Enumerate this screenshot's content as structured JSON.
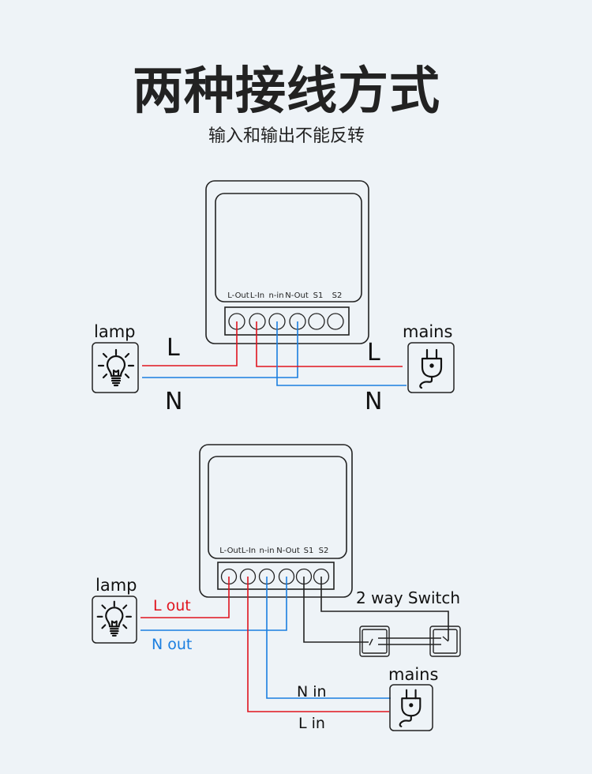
{
  "title": "两种接线方式",
  "subtitle": "输入和输出不能反转",
  "colors": {
    "live": "#e0141e",
    "neutral": "#1a7ee0",
    "switch": "#222222",
    "background": "#eef3f7"
  },
  "diagram1": {
    "terminals": [
      "L-Out",
      "L-In",
      "n-in",
      "N-Out",
      "S1",
      "S2"
    ],
    "lamp_label": "lamp",
    "mains_label": "mains",
    "lamp_live_label": "L",
    "lamp_neutral_label": "N",
    "mains_live_label": "L",
    "mains_neutral_label": "N",
    "lamp_icon": "light-bulb-icon",
    "mains_icon": "power-plug-icon"
  },
  "diagram2": {
    "terminals": [
      "L-Out",
      "L-In",
      "n-in",
      "N-Out",
      "S1",
      "S2"
    ],
    "lamp_label": "lamp",
    "mains_label": "mains",
    "switch_label": "2 way Switch",
    "l_out_label": "L out",
    "n_out_label": "N out",
    "n_in_label": "N  in",
    "l_in_label": "L  in",
    "lamp_icon": "light-bulb-icon",
    "mains_icon": "power-plug-icon",
    "switch_icon": "two-way-switch-icon"
  }
}
